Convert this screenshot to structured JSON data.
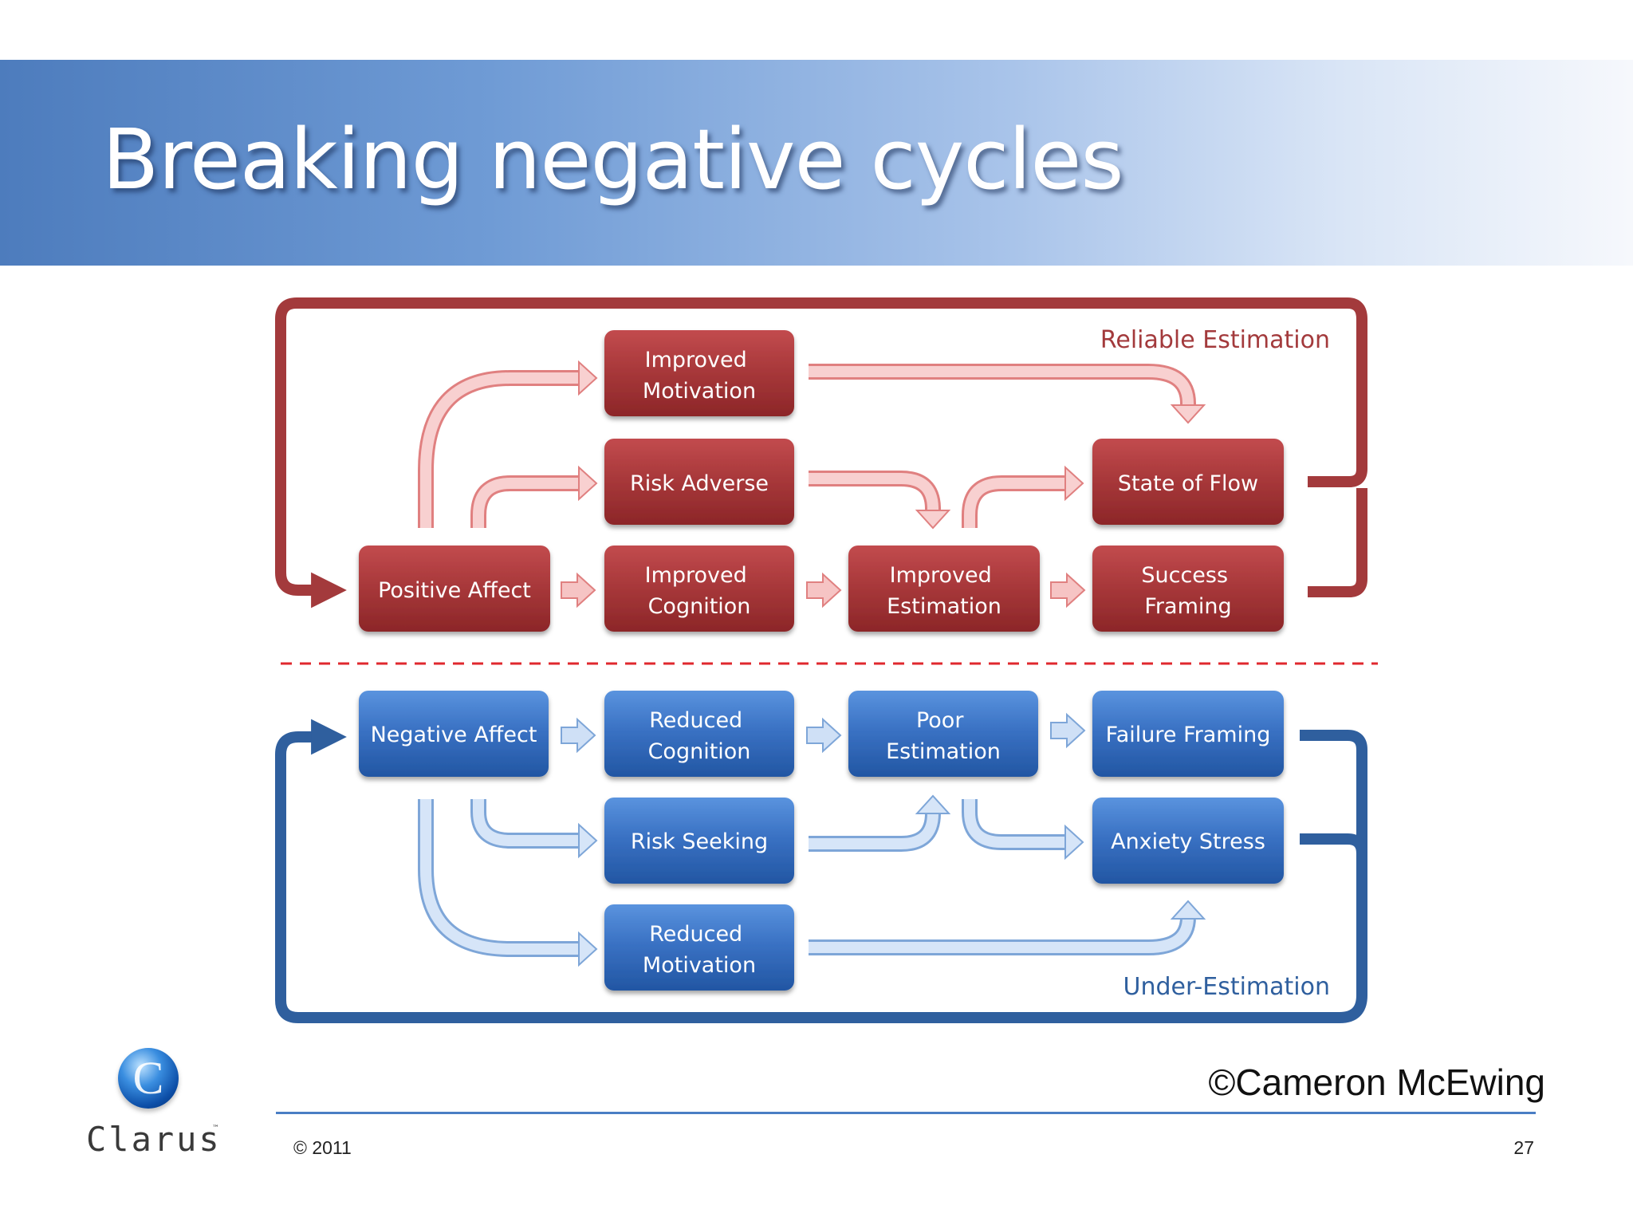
{
  "slide": {
    "title": "Breaking negative cycles",
    "author": "©Cameron McEwing",
    "year": "© 2011",
    "page_number": "27"
  },
  "logo": {
    "letter": "C",
    "word": "Clarus",
    "tm": "™"
  },
  "diagram": {
    "positive_cycle": {
      "label": "Reliable Estimation",
      "color": "#a33a3c",
      "boxes": {
        "positive_affect": [
          "Positive Affect"
        ],
        "improved_motivation": [
          "Improved",
          "Motivation"
        ],
        "risk_adverse": [
          "Risk Adverse"
        ],
        "improved_cognition": [
          "Improved",
          "Cognition"
        ],
        "improved_estimation": [
          "Improved",
          "Estimation"
        ],
        "state_of_flow": [
          "State of Flow"
        ],
        "success_framing": [
          "Success",
          "Framing"
        ]
      }
    },
    "negative_cycle": {
      "label": "Under-Estimation",
      "color": "#2f5f9e",
      "boxes": {
        "negative_affect": [
          "Negative Affect"
        ],
        "reduced_cognition": [
          "Reduced",
          "Cognition"
        ],
        "poor_estimation": [
          "Poor",
          "Estimation"
        ],
        "failure_framing": [
          "Failure Framing"
        ],
        "risk_seeking": [
          "Risk Seeking"
        ],
        "anxiety_stress": [
          "Anxiety Stress"
        ],
        "reduced_motivation": [
          "Reduced",
          "Motivation"
        ]
      }
    },
    "divider_color": "#e0282e"
  }
}
